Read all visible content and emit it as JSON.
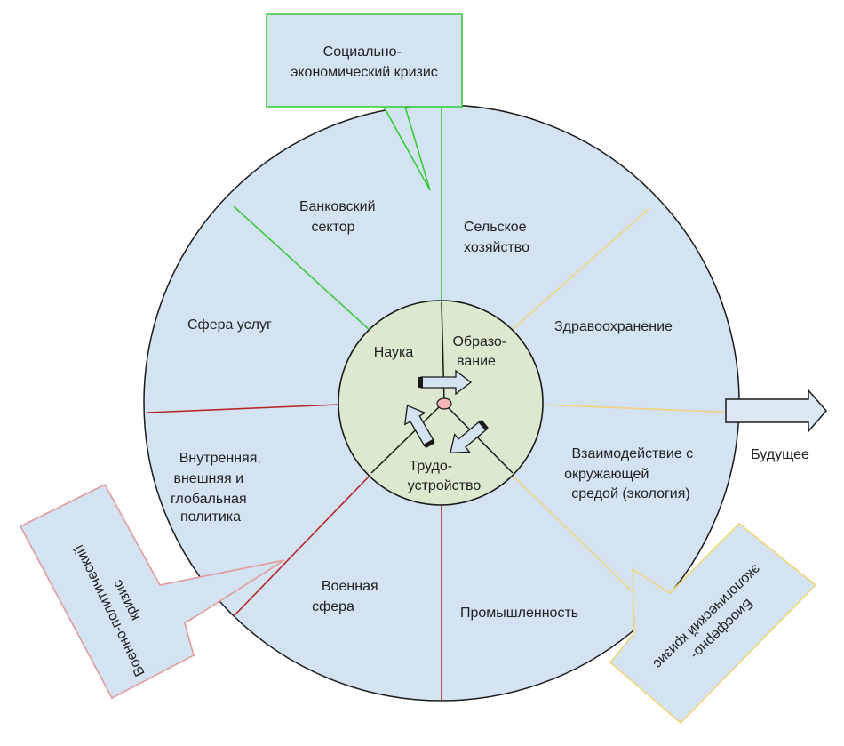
{
  "colors": {
    "circle_fill": "#d3e3f1",
    "circle_stroke": "#1a1a1a",
    "inner_fill": "#dbe9cf",
    "green_line": "#3cc83c",
    "red_line": "#b4282a",
    "yellow_line": "#f0d480",
    "callout_green_stroke": "#33cc33",
    "callout_red_stroke": "#e29a9a",
    "callout_yellow_stroke": "#eed57a",
    "arrow_fill": "#dce8f4"
  },
  "sectors": {
    "bank": [
      "Банковский",
      "сектор"
    ],
    "agriculture": [
      "Сельское",
      "хозяйство"
    ],
    "services": "Сфера услуг",
    "health": "Здравоохранение",
    "politics": [
      "Внутренняя,",
      "внешняя и",
      "глобальная",
      "политика"
    ],
    "ecology": [
      "Взаимодействие с",
      "окружающей",
      "средой (экология)"
    ],
    "military": [
      "Военная",
      "сфера"
    ],
    "industry": "Промышленность"
  },
  "core": {
    "science": "Наука",
    "education": [
      "Образо-",
      "вание"
    ],
    "employment": [
      "Трудо-",
      "устройство"
    ]
  },
  "callouts": {
    "socio_economic": [
      "Социально-",
      "экономический кризис"
    ],
    "military_political": [
      "Военно-политический",
      "кризис"
    ],
    "biosphere": [
      "Биосферно-",
      "экологический кризис"
    ]
  },
  "future": "Будущее",
  "icons": {
    "future_arrow": "right-arrow-icon",
    "cycle_arrows": "cycle-arrows-icon"
  }
}
